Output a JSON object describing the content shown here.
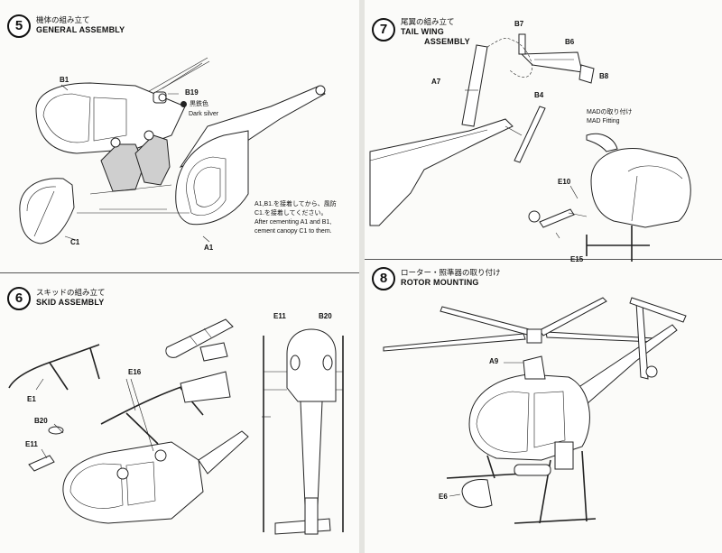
{
  "steps": [
    {
      "number": "5",
      "title_jp": "機体の組み立て",
      "title_en": "GENERAL ASSEMBLY"
    },
    {
      "number": "6",
      "title_jp": "スキッドの組み立て",
      "title_en": "SKID ASSEMBLY"
    },
    {
      "number": "7",
      "title_jp": "尾翼の組み立て",
      "title_en_line1": "TAIL WING",
      "title_en_line2": "ASSEMBLY"
    },
    {
      "number": "8",
      "title_jp": "ローター・照準器の取り付け",
      "title_en": "ROTOR MOUNTING"
    }
  ],
  "step5": {
    "parts": {
      "b1": "B1",
      "b19": "B19",
      "c1": "C1",
      "a1": "A1"
    },
    "paint_jp": "黒鉄色",
    "paint_en": "Dark silver",
    "note_jp_1": "A1,B1.を接着してから、風防",
    "note_jp_2": "C1.を接着してください。",
    "note_en_1": "After cementing A1 and B1,",
    "note_en_2": "cement canopy C1 to them."
  },
  "step6": {
    "parts": {
      "e11_top": "E11",
      "b20_top": "B20",
      "e16": "E16",
      "e1": "E1",
      "b20": "B20",
      "e11": "E11"
    }
  },
  "step7": {
    "parts": {
      "b7": "B7",
      "b6": "B6",
      "b8": "B8",
      "a7": "A7",
      "b4": "B4",
      "e10": "E10",
      "e15": "E15"
    },
    "mad_jp": "MADの取り付け",
    "mad_en": "MAD Fitting"
  },
  "step8": {
    "parts": {
      "a9": "A9",
      "e6": "E6"
    }
  },
  "icons": [
    "paint-swatch-icon"
  ],
  "colors": {
    "ink": "#111111",
    "paper": "#fbfbf9",
    "gutter": "#e4e4e0"
  }
}
